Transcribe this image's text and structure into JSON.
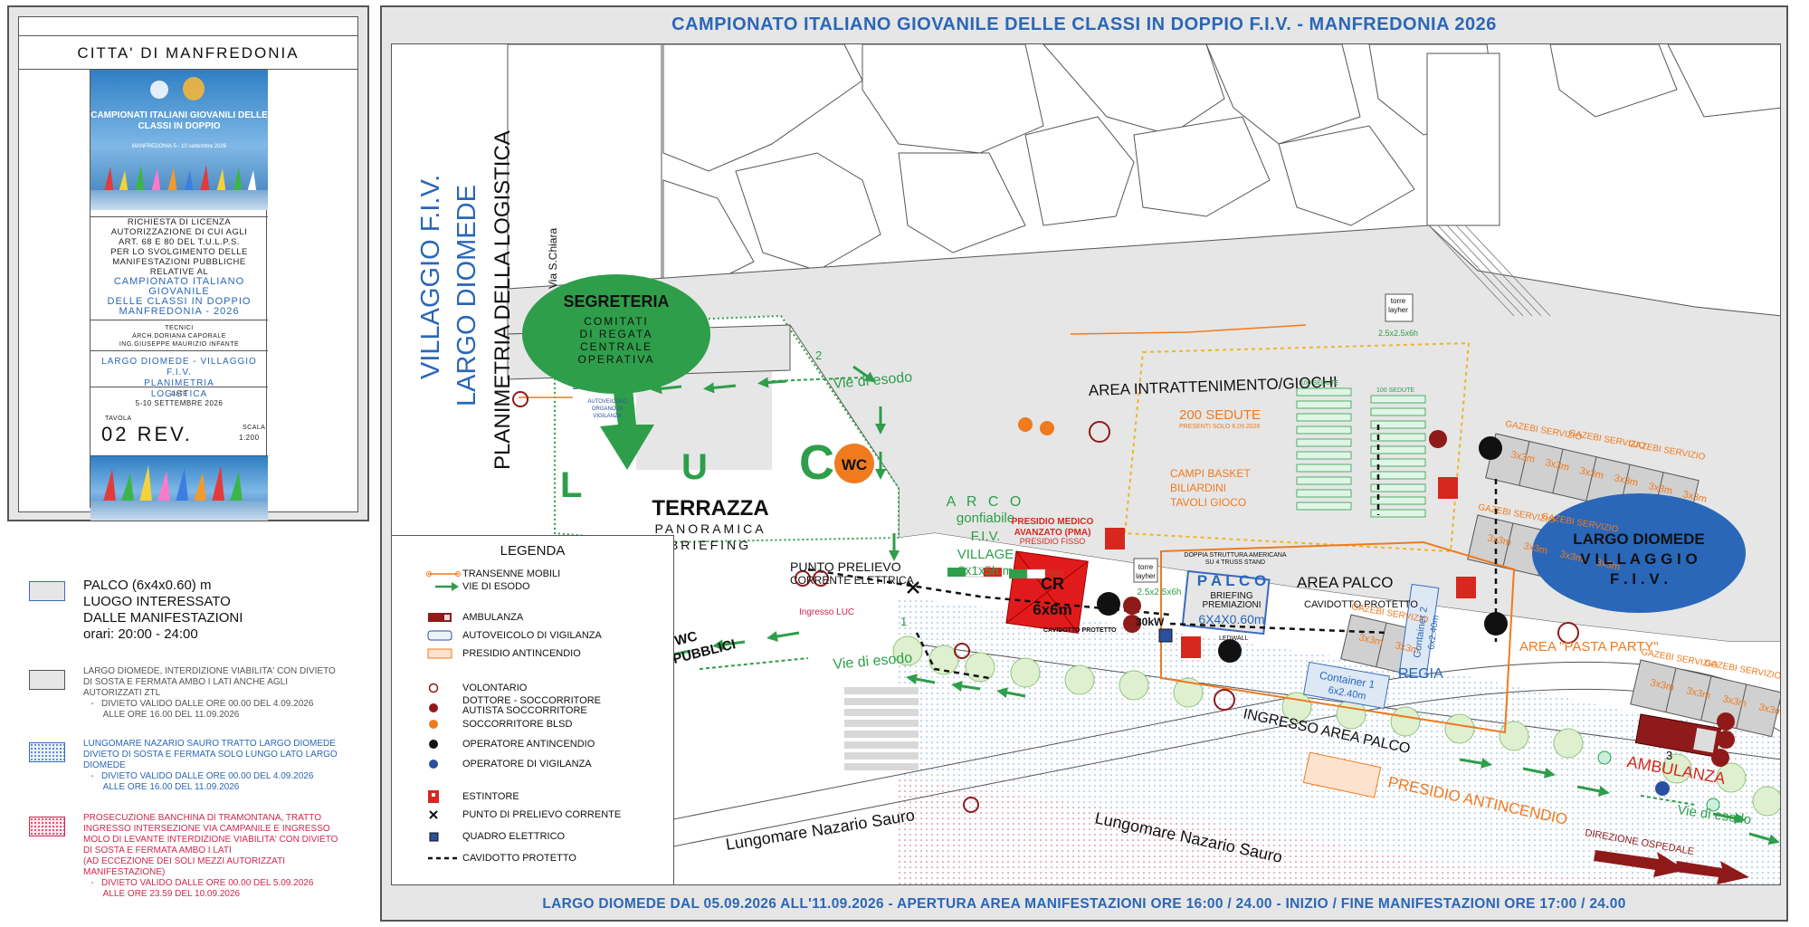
{
  "titleblock": {
    "city": "CITTA' DI MANFREDONIA",
    "poster_title": "CAMPIONATI ITALIANI GIOVANILI DELLE CLASSI IN DOPPIO",
    "poster_sub": "MANFREDONIA 5 - 10 settembre 2026",
    "request_text": [
      "RICHIESTA DI LICENZA",
      "AUTORIZZAZIONE DI CUI AGLI",
      "ART. 68 E 80 DEL T.U.L.P.S.",
      "PER LO SVOLGIMENTO DELLE",
      "MANIFESTAZIONI PUBBLICHE",
      "RELATIVE AL"
    ],
    "event_text": [
      "CAMPIONATO ITALIANO",
      "GIOVANILE",
      "DELLE CLASSI IN DOPPIO",
      "MANFREDONIA   -   2026"
    ],
    "tecnici_label": "TECNICI",
    "tecnici": [
      "ARCH.DORIANA CAPORALE",
      "ING.GIUSEPPE MAURIZIO INFANTE"
    ],
    "plan_title": [
      "LARGO DIOMEDE - VILLAGGIO F.I.V.",
      "PLANIMETRIA",
      "LOGISTICA"
    ],
    "date_label": "DATE",
    "dates": "5-10 SETTEMBRE 2026",
    "tavola_label": "TAVOLA",
    "revision": "02 REV.",
    "scala_label": "SCALA",
    "scale": "1:200"
  },
  "left_legend": [
    {
      "lines": [
        "PALCO (6x4x0.60) m",
        "LUOGO INTERESSATO",
        "DALLE MANIFESTAZIONI",
        "orari: 20:00 - 24:00"
      ],
      "fill": "#e6e6e6",
      "border": "#3a6bbd",
      "text_color": "#111"
    },
    {
      "lines": [
        "LARGO DIOMEDE, INTERDIZIONE VIABILITA' CON DIVIETO",
        "DI SOSTA E FERMATA AMBO I LATI ANCHE AGLI",
        "AUTORIZZATI ZTL",
        "   -   DIVIETO VALIDO DALLE ORE 00.00 DEL 4.09.2026",
        "        ALLE ORE 16.00 DEL 11.09.2026"
      ],
      "fill": "#e6e6e6",
      "border": "#555555",
      "text_color": "#555"
    },
    {
      "lines": [
        "LUNGOMARE NAZARIO SAURO TRATTO LARGO DIOMEDE",
        "DIVIETO DI SOSTA E FERMATA SOLO LUNGO LATO LARGO",
        "DIOMEDE",
        "   -   DIVIETO VALIDO DALLE ORE 00.00 DEL 4.09.2026",
        "        ALLE ORE 16.00 DEL 11.09.2026"
      ],
      "fill": "#e9f1fb",
      "border": "#3a6bbd",
      "text_color": "#2a67b8"
    },
    {
      "lines": [
        "PROSECUZIONE BANCHINA DI TRAMONTANA, TRATTO",
        "INGRESSO INTERSEZIONE VIA CAMPANILE E INGRESSO",
        "MOLO DI LEVANTE INTERDIZIONE VIABILITA' CON DIVIETO",
        "DI SOSTA E FERMATA AMBO I LATI",
        "(AD ECCEZIONE DEI SOLI MEZZI AUTORIZZATI",
        "MANIFESTAZIONE)",
        "   -   DIVIETO VALIDO DALLE ORE 00.00 DEL 5.09.2026",
        "        ALLE ORE 23.59 DEL 10.09.2026"
      ],
      "fill": "#fbe6ec",
      "border": "#d3264f",
      "text_color": "#d3264f"
    }
  ],
  "main": {
    "title": "CAMPIONATO ITALIANO GIOVANILE DELLE CLASSI IN DOPPIO F.I.V.  -  MANFREDONIA   2026",
    "footer": "LARGO DIOMEDE   DAL 05.09.2026  ALL'11.09.2026  -  APERTURA AREA MANIFESTAZIONI ORE 16:00 / 24.00  -  INIZIO / FINE MANIFESTAZIONI ORE 17:00 / 24.00"
  },
  "map": {
    "vertical_title": [
      "VILLAGGIO  F.I.V.",
      "LARGO DIOMEDE",
      "PLANIMETRIA DELLA LOGISTICA"
    ],
    "via_chiara": "Via S.Chiara",
    "segreteria": {
      "title": "SEGRETERIA",
      "lines": [
        "COMITATI",
        "DI REGATA",
        "CENTRALE",
        "OPERATIVA"
      ]
    },
    "luc_letters": [
      "L",
      "U",
      "C"
    ],
    "wc": "WC",
    "terrazza": {
      "title": "TERRAZZA",
      "lines": [
        "PANORAMICA",
        "BRIEFING"
      ]
    },
    "punto_prelievo": [
      "PUNTO PRELIEVO",
      "CORRENTE ELETTRICA"
    ],
    "ingresso_luc": "Ingresso LUC",
    "wc_pubblici": [
      "WC",
      "PUBBLICI"
    ],
    "vie_di_esodo": "Vie di esodo",
    "esodo_numbers": [
      "1",
      "2",
      "3"
    ],
    "autoveicolo": [
      "AUTOVEICOLO",
      "ORGANO DI",
      "VIGILANZA"
    ],
    "arco": [
      "A R C O",
      "gonfiabile",
      "F.I.V.",
      "VILLAGE",
      "8x1x5h m"
    ],
    "area_intrattenimento": "AREA INTRATTENIMENTO/GIOCHI",
    "sedute": "200 SEDUTE",
    "sedute_sub": "PRESENTI SOLO 6.09.2026",
    "sedute_100": "100 SEDUTE",
    "giochi": [
      "CAMPI BASKET",
      "BILIARDINI",
      "TAVOLI GIOCO"
    ],
    "presidio_medico": [
      "PRESIDIO MEDICO",
      "AVANZATO (PMA)",
      "PRESIDIO FISSO"
    ],
    "cr": [
      "CR",
      "6x6m"
    ],
    "cavidotto": "CAVIDOTTO PROTETTO",
    "cavidotto_2": "CAVIDOTTO PROTETTO",
    "doppia_struttura": [
      "DOPPIA STRUTTURA AMERICANA",
      "SU 4 TRUSS STAND"
    ],
    "palco": [
      "P A L C O",
      "BRIEFING",
      "PREMIAZIONI",
      "6X4X0.60m"
    ],
    "ledwall": "LEDWALL",
    "area_palco": "AREA PALCO",
    "torre_layher": [
      "torre",
      "layher"
    ],
    "torre_size": "2.5x2.5x6h",
    "kw": "30kW",
    "gazebo_label": "GAZEBI SERVIZIO",
    "gazebo_size": "3x3m",
    "container_1": [
      "Container 1",
      "6x2.40m"
    ],
    "container_2": [
      "Container 2",
      "6x2.40m"
    ],
    "regia": "REGIA",
    "pasta_party": "AREA \"PASTA PARTY\"",
    "largo_diomede": [
      "LARGO DIOMEDE",
      "V I L L A G G I O",
      "F . I . V ."
    ],
    "ingresso_area_palco": "INGRESSO AREA PALCO",
    "presidio_antincendio": "PRESIDIO  ANTINCENDIO",
    "ambulanza": "AMBULANZA",
    "direzione_ospedale": "DIREZIONE OSPEDALE",
    "lungomare": "Lungomare Nazario Sauro"
  },
  "legend": {
    "title": "LEGENDA",
    "items": [
      {
        "label": "TRANSENNE MOBILI"
      },
      {
        "label": "VIE DI ESODO"
      },
      {
        "label": "AMBULANZA"
      },
      {
        "label": "AUTOVEICOLO DI VIGILANZA"
      },
      {
        "label": "PRESIDIO ANTINCENDIO"
      },
      {
        "label": "VOLONTARIO"
      },
      {
        "label": "DOTTORE - SOCCORRITORE"
      },
      {
        "label": "AUTISTA SOCCORRITORE"
      },
      {
        "label": "SOCCORRITORE BLSD"
      },
      {
        "label": "OPERATORE ANTINCENDIO"
      },
      {
        "label": "OPERATORE DI VIGILANZA"
      },
      {
        "label": "ESTINTORE"
      },
      {
        "label": "PUNTO DI PRELIEVO CORRENTE"
      },
      {
        "label": "QUADRO ELETTRICO"
      },
      {
        "label": "CAVIDOTTO PROTETTO"
      }
    ]
  },
  "colors": {
    "blue": "#2a67b8",
    "green": "#2e9e4a",
    "orange": "#f07a1e",
    "red": "#d6281f",
    "darkred": "#8f1a1a"
  }
}
